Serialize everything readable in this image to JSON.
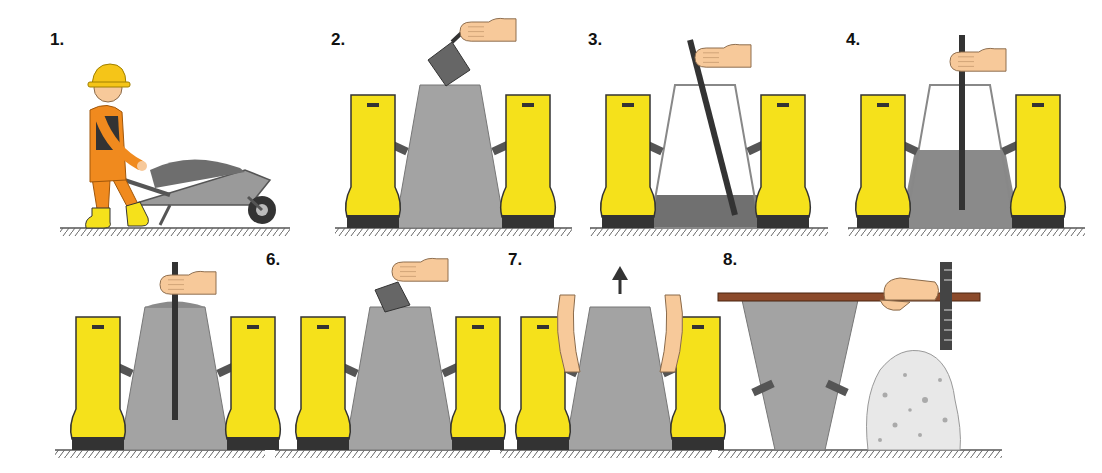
{
  "diagram": {
    "labels": [
      "1.",
      "2.",
      "3.",
      "4.",
      "6.",
      "7.",
      "8."
    ]
  }
}
